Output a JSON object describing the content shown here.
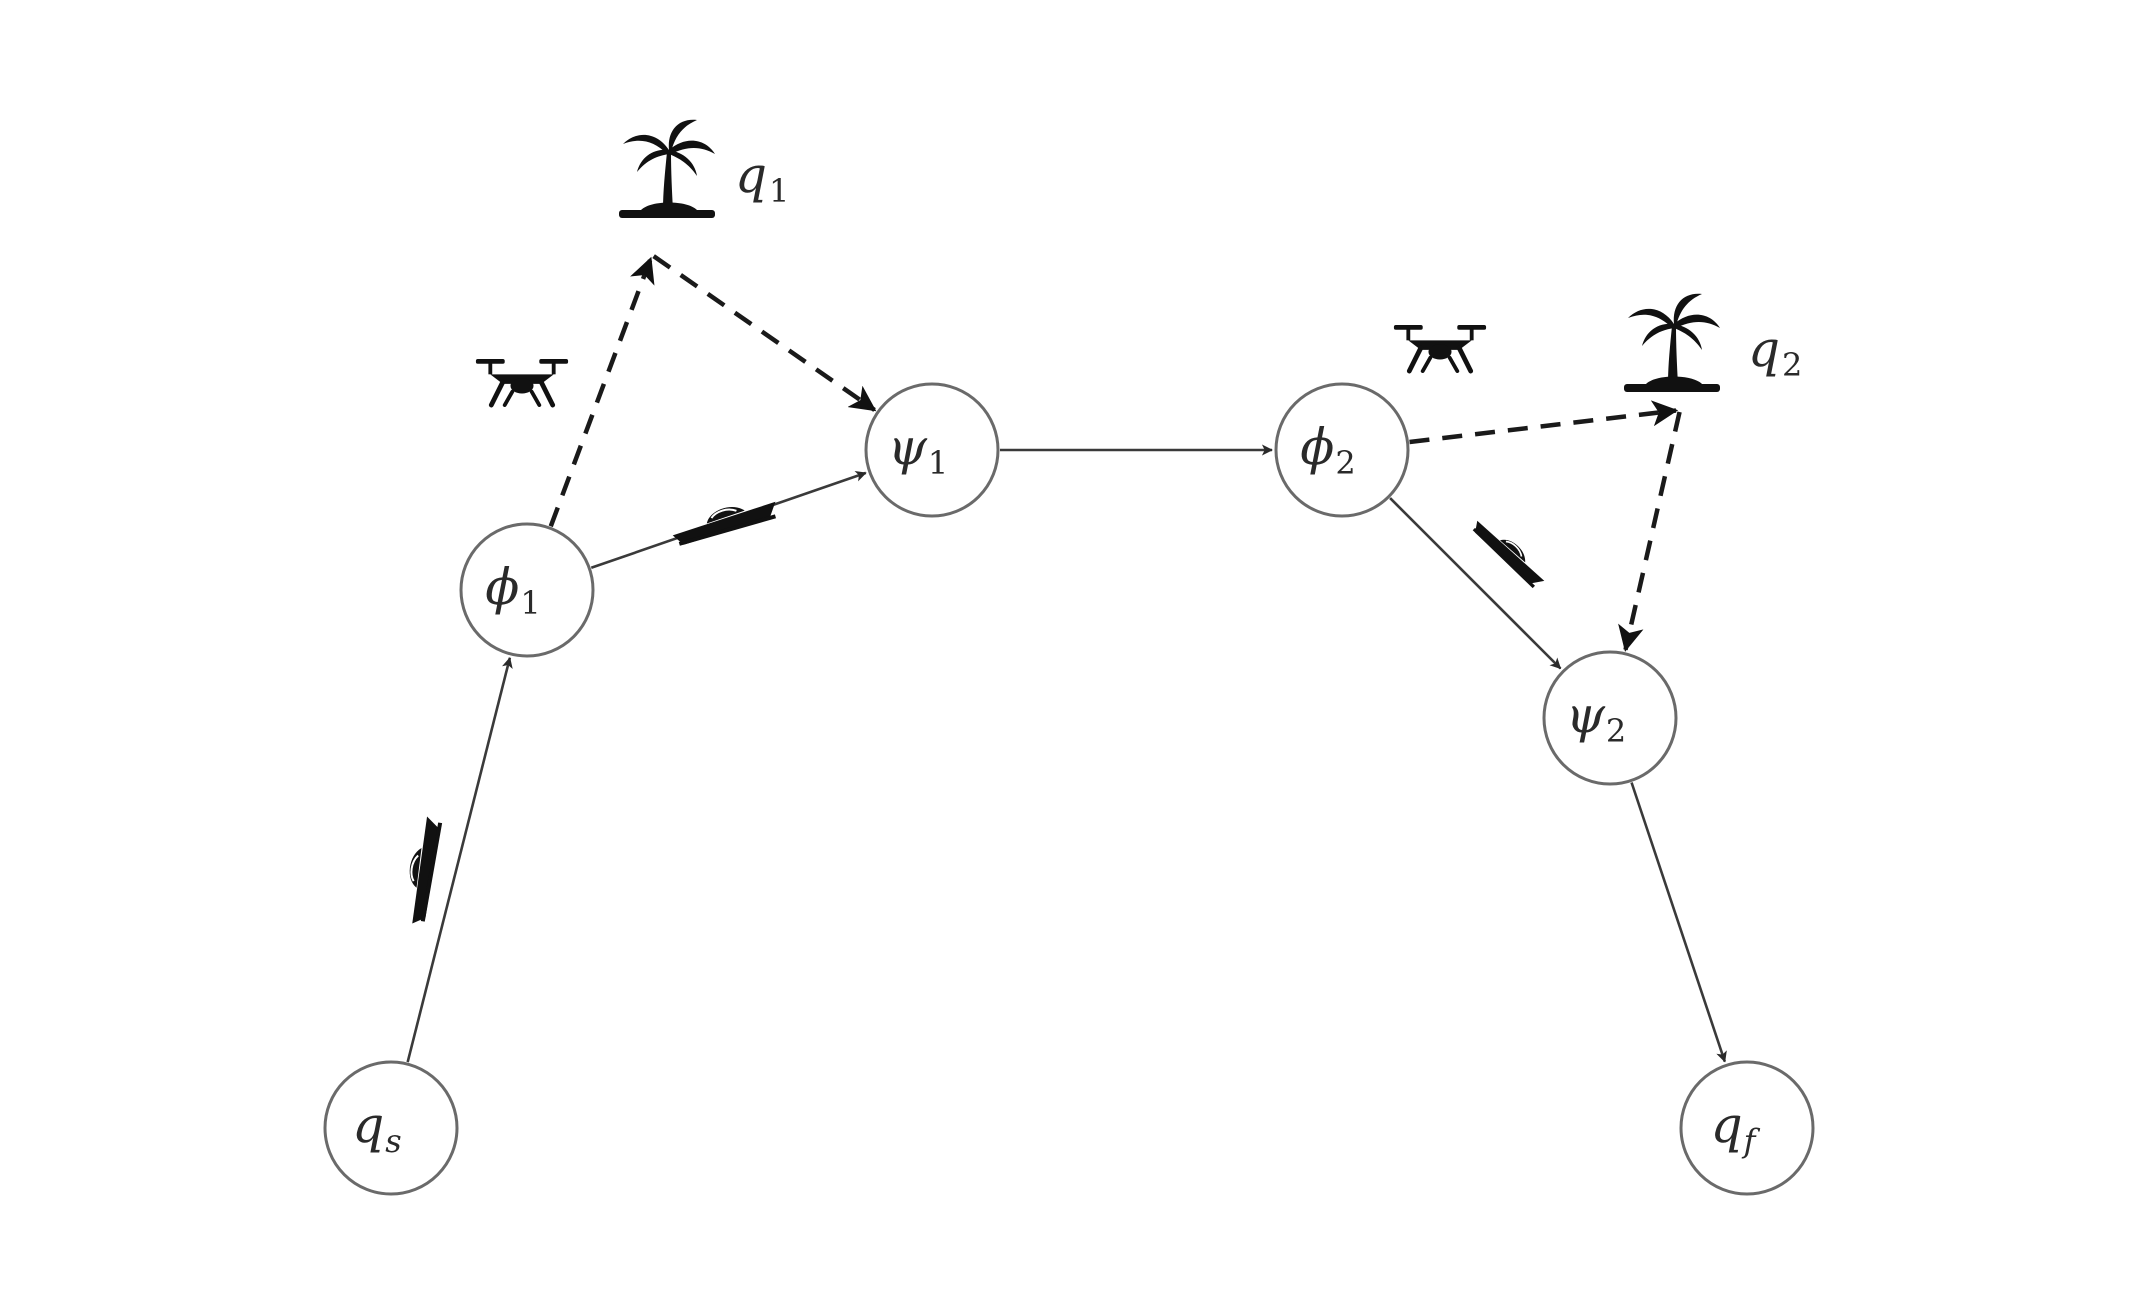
{
  "diagram": {
    "nodes": [
      {
        "id": "qs",
        "main": "q",
        "sub": "s"
      },
      {
        "id": "phi1",
        "main": "ϕ",
        "sub": "1"
      },
      {
        "id": "psi1",
        "main": "ψ",
        "sub": "1"
      },
      {
        "id": "phi2",
        "main": "ϕ",
        "sub": "2"
      },
      {
        "id": "psi2",
        "main": "ψ",
        "sub": "2"
      },
      {
        "id": "qf",
        "main": "q",
        "sub": "f"
      }
    ],
    "targets": [
      {
        "id": "q1",
        "main": "q",
        "sub": "1",
        "icon": "palm-tree-island-icon"
      },
      {
        "id": "q2",
        "main": "q",
        "sub": "2",
        "icon": "palm-tree-island-icon"
      }
    ],
    "edges": [
      {
        "from": "qs",
        "to": "phi1",
        "style": "solid",
        "vehicle": "boat-icon"
      },
      {
        "from": "phi1",
        "to": "psi1",
        "style": "solid",
        "vehicle": "boat-icon"
      },
      {
        "from": "phi1",
        "to": "q1",
        "style": "dashed",
        "vehicle": "drone-icon"
      },
      {
        "from": "q1",
        "to": "psi1",
        "style": "dashed",
        "vehicle": ""
      },
      {
        "from": "psi1",
        "to": "phi2",
        "style": "solid",
        "vehicle": ""
      },
      {
        "from": "phi2",
        "to": "q2",
        "style": "dashed",
        "vehicle": "drone-icon"
      },
      {
        "from": "q2",
        "to": "psi2",
        "style": "dashed",
        "vehicle": ""
      },
      {
        "from": "phi2",
        "to": "psi2",
        "style": "solid",
        "vehicle": "boat-icon"
      },
      {
        "from": "psi2",
        "to": "qf",
        "style": "solid",
        "vehicle": ""
      }
    ],
    "colors": {
      "node_stroke": "#6a6a6a",
      "edge": "#3a3a3a",
      "icon": "#111111"
    }
  }
}
